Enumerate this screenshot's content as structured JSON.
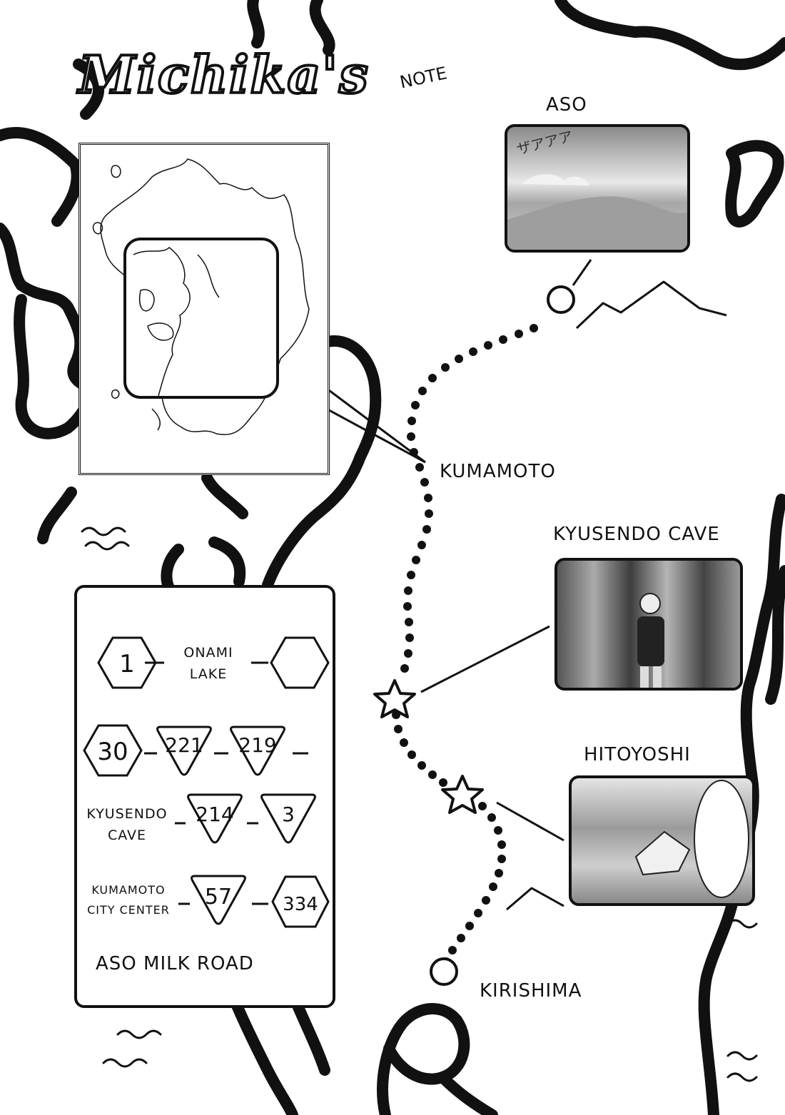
{
  "title": "Michika's",
  "title_note": "NOTE",
  "places": {
    "aso": "ASO",
    "kumamoto": "KUMAMOTO",
    "kyusendo": "KYUSENDO CAVE",
    "hitoyoshi": "HITOYOSHI",
    "kirishima": "KIRISHIMA"
  },
  "photos": {
    "aso_caption": "ザアアア"
  },
  "route": {
    "row1": {
      "start": "1",
      "label_line1": "ONAMI",
      "label_line2": "LAKE"
    },
    "row2": {
      "start": "30",
      "mid1": "221",
      "mid2": "219"
    },
    "row3": {
      "label_line1": "KYUSENDO",
      "label_line2": "CAVE",
      "mid1": "214",
      "mid2": "3"
    },
    "row4": {
      "label_line1": "KUMAMOTO",
      "label_line2": "CITY CENTER",
      "mid1": "57",
      "mid2": "334"
    },
    "footer": "ASO MILK ROAD"
  },
  "colors": {
    "ink": "#111111",
    "paper": "#ffffff",
    "photo_gray": "#bdbdbd"
  }
}
